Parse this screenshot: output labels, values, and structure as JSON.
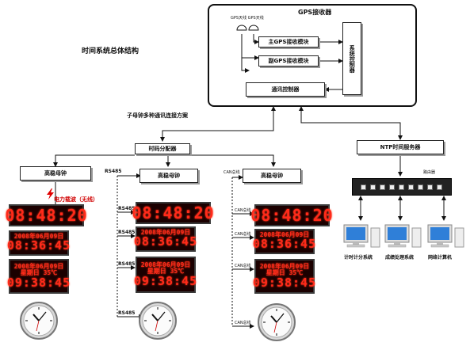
{
  "title": "时间系统总体结构",
  "gps": {
    "title": "GPS接收器",
    "antenna_label": "GPS天线 GPS天线",
    "main_module": "主GPS接收模块",
    "sub_module": "副GPS接收模块",
    "controller": "系统控制器",
    "comm": "通讯控制器"
  },
  "comm_title": "子母钟多种通讯连接方案",
  "distributor": "时码分配器",
  "ntp": "NTP时间服务器",
  "router": "路由器",
  "masters": {
    "left": "高稳母钟",
    "mid": "高稳母钟",
    "right": "高稳母钟"
  },
  "wireless": "电力载波（无线）",
  "rs485": "RS485",
  "can": "CAN总线",
  "displays": {
    "time": "08:48:20",
    "date": "2008年06月09日",
    "time2": "08:36:45",
    "date3": "2008年06月09日",
    "week_temp": "星期日  35℃",
    "time3": "09:38:45"
  },
  "pcs": [
    "计时计分系统",
    "成绩处理系统",
    "网络计算机"
  ]
}
